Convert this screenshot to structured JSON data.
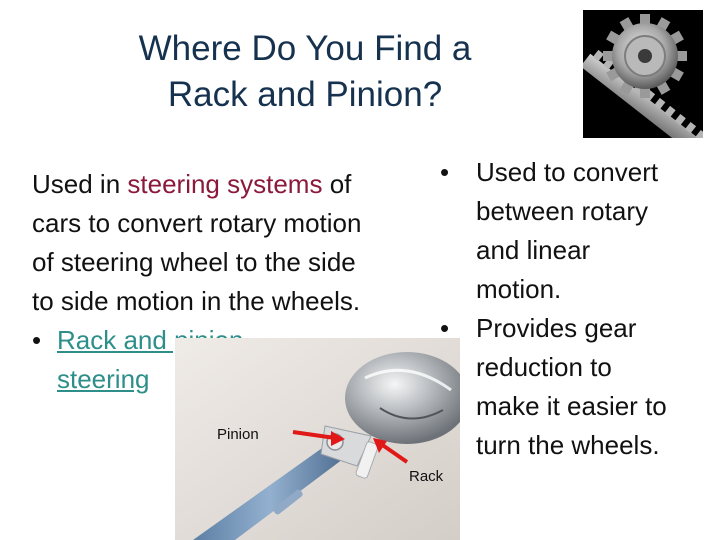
{
  "title": {
    "line1": "Where Do You Find a",
    "line2": "Rack and Pinion?"
  },
  "left": {
    "line1_pre": "Used in ",
    "line1_highlight": "steering systems",
    "line1_post": " of",
    "line2": "cars to convert rotary motion",
    "line3": "of steering wheel to the side",
    "line4": "to side motion in the wheels.",
    "bullet": "•",
    "link_line1": "Rack and pinion",
    "link_line2": "steering"
  },
  "right": {
    "bullet1": {
      "marker": "•",
      "lines": [
        "Used to convert",
        "between rotary",
        "and linear",
        "motion."
      ]
    },
    "bullet2": {
      "marker": "•",
      "lines": [
        "Provides gear",
        "reduction to",
        "make it easier to",
        "turn the wheels."
      ]
    }
  },
  "photo_labels": {
    "pinion": "Pinion",
    "rack": "Rack"
  },
  "colors": {
    "title": "#16324f",
    "highlight": "#8b1a3a",
    "link": "#2e8f8a",
    "arrow": "#e01818"
  }
}
